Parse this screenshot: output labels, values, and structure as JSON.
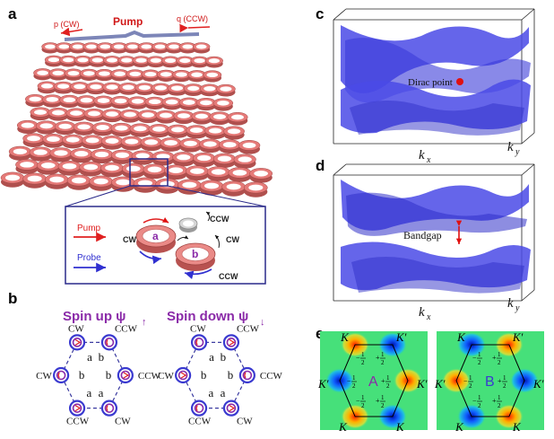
{
  "panels": {
    "a": {
      "label": "a",
      "pump_title": "Pump",
      "pump_left": "p (CW)",
      "pump_right": "q (CCW)",
      "inset": {
        "legend_pump": "Pump",
        "legend_probe": "Probe",
        "ring_a": "a",
        "ring_b": "b",
        "dir_ccw_top": "CCW",
        "dir_cw_left": "CW",
        "dir_cw_right": "CW",
        "dir_ccw_bottom": "CCW"
      }
    },
    "b": {
      "label": "b",
      "spin_up_title": "Spin up ψ",
      "spin_up_sub": "↑",
      "spin_down_title": "Spin down ψ",
      "spin_down_sub": "↓",
      "ring_labels": [
        "CW",
        "CCW",
        "CCW",
        "CW",
        "CCW",
        "CW"
      ],
      "site_labels": [
        "a",
        "b",
        "b",
        "a",
        "a",
        "b"
      ]
    },
    "c": {
      "label": "c",
      "annotation": "Dirac point",
      "axis_x": "k",
      "axis_x_sub": "x",
      "axis_y": "k",
      "axis_y_sub": "y"
    },
    "d": {
      "label": "d",
      "annotation": "Bandgap",
      "axis_x": "k",
      "axis_x_sub": "x",
      "axis_y": "k",
      "axis_y_sub": "y"
    },
    "e": {
      "label": "e",
      "left_map": {
        "center": "A",
        "corners": [
          "K",
          "K′",
          "K′",
          "K",
          "K",
          "K′"
        ]
      },
      "right_map": {
        "center": "B",
        "corners": [
          "K",
          "K′",
          "K′",
          "K",
          "K",
          "K′"
        ]
      },
      "half_plus": "+",
      "half_minus": "−",
      "half_num": "1",
      "half_den": "2"
    }
  },
  "colors": {
    "ring": "#e57a78",
    "ring_dark": "#b0504e",
    "pump": "#e02020",
    "probe": "#3030d0",
    "band": "#4a4ae6",
    "purple": "#8a2aa8",
    "dirac": "#e01010"
  }
}
